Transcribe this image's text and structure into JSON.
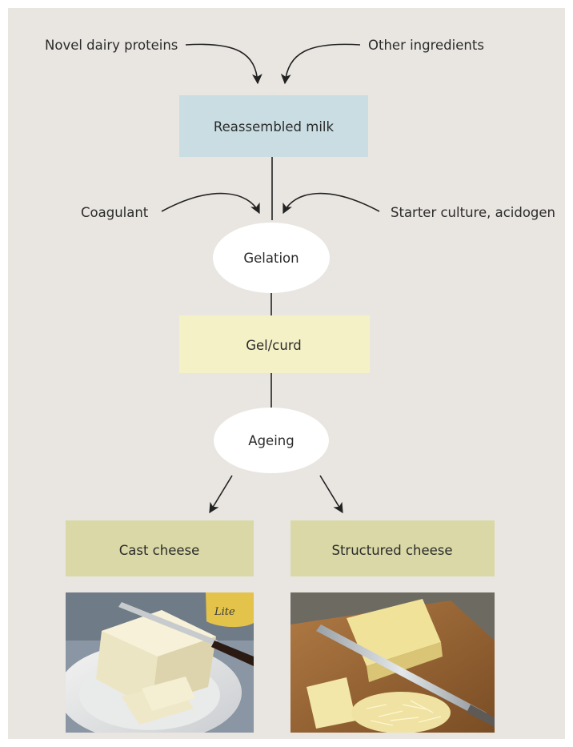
{
  "diagram": {
    "inputs_top": {
      "left": "Novel dairy proteins",
      "right": "Other ingredients"
    },
    "inputs_mid": {
      "left": "Coagulant",
      "right": "Starter culture, acidogen"
    },
    "nodes": {
      "reassembled_milk": "Reassembled milk",
      "gelation": "Gelation",
      "gel_curd": "Gel/curd",
      "ageing": "Ageing",
      "cast_cheese": "Cast cheese",
      "structured_cheese": "Structured cheese"
    },
    "photo_text": {
      "cast_tub_label": "Lite"
    }
  },
  "colors": {
    "background": "#e9e6e1",
    "reassembled_milk_box": "#c9dde3",
    "gel_curd_box": "#f5f1c7",
    "cheese_boxes": "#d9d8a6",
    "ellipse": "#ffffff",
    "text": "#2b2b2b"
  }
}
